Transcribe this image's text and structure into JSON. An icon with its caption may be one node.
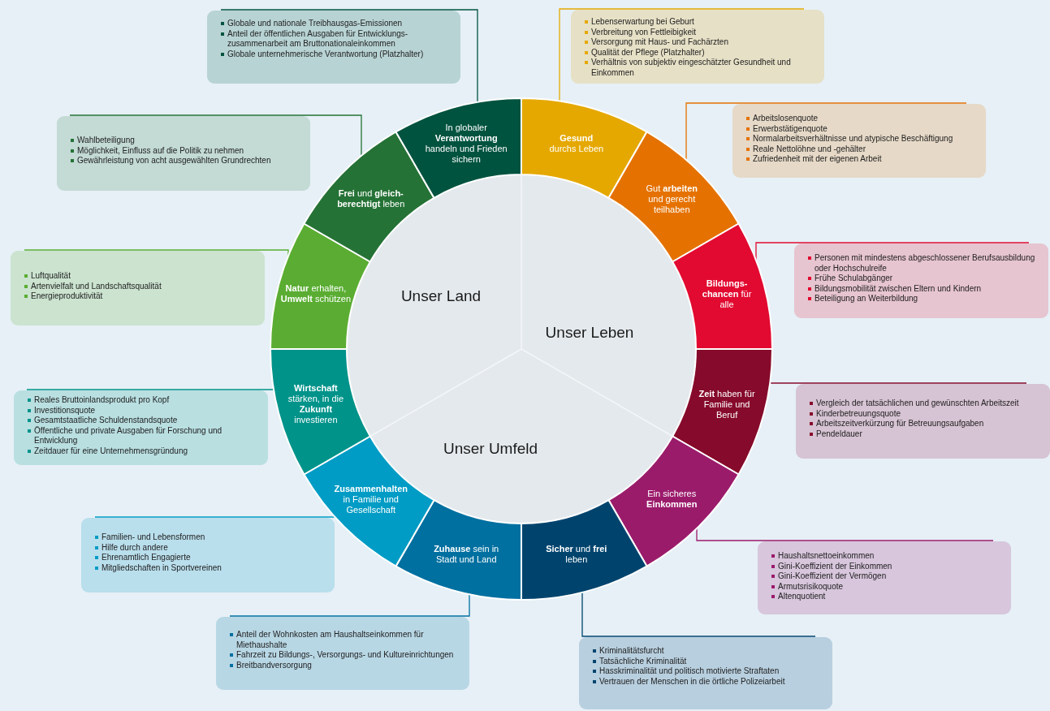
{
  "diagram": {
    "nodes": [
      {
        "text": [
          "Unser Leben"
        ]
      },
      {
        "text": [
          "Unser Umfeld"
        ]
      },
      {
        "text": [
          "Unser Land"
        ]
      },
      {
        "text": [
          "**Gesund** durchs Leben"
        ]
      },
      {
        "text": [
          "Gut **arbeiten** und gerecht teilhaben"
        ]
      },
      {
        "text": [
          "**Bildungs-chancen** für alle"
        ]
      },
      {
        "text": [
          "**Zeit** haben für Familie und Beruf"
        ]
      },
      {
        "text": [
          "Ein sicheres **Einkommen**"
        ]
      },
      {
        "text": [
          "**Sicher** und **frei** leben"
        ]
      },
      {
        "text": [
          "**Zuhause** sein in Stadt und Land"
        ]
      },
      {
        "text": [
          "**Zusammenhalten** in Familie und Gesellschaft"
        ]
      },
      {
        "text": [
          "**Wirtschaft** stärken, in die **Zukunft** investieren"
        ]
      },
      {
        "text": [
          "**Natur** erhalten, **Umwelt** schützen"
        ]
      },
      {
        "text": [
          "**Frei** und **gleich-berechtigt** leben"
        ]
      },
      {
        "text": [
          "In globaler **Verantwortung** handeln und Frieden sichern"
        ]
      },
      {
        "text": [
          "Lebenserwartung bei Geburt",
          "Verbreitung von Fettleibigkeit",
          "Versorgung mit Haus- und Fachärzten",
          "Qualität der Pflege (Platzhalter)",
          "Verhältnis von subjektiv eingeschätzter Gesundheit und Einkommen"
        ]
      },
      {
        "text": [
          "Arbeitslosenquote",
          "Erwerbstätigenquote",
          "Normalarbeitsverhältnisse und atypische Beschäftigung",
          "Reale Nettolöhne und -gehälter",
          "Zufriedenheit mit der eigenen Arbeit"
        ]
      },
      {
        "text": [
          "Personen mit mindestens abgeschlossener Berufsausbildung oder Hochschulreife",
          "Frühe Schulabgänger",
          "Bildungsmobilität zwischen Eltern und Kindern",
          "Beteiligung an Weiterbildung"
        ]
      },
      {
        "text": [
          "Vergleich der tatsächlichen und gewünschten Arbeitszeit",
          "Kinderbetreuungsquote",
          "Arbeitszeitverkürzung für Betreuungsaufgaben",
          "Pendeldauer"
        ]
      },
      {
        "text": [
          "Haushaltsnettoeinkommen",
          "Gini-Koeffizient der Einkommen",
          "Gini-Koeffizient der Vermögen",
          "Armutsrisikoquote",
          "Altenquotient"
        ]
      },
      {
        "text": [
          "Kriminalitätsfurcht",
          "Tatsächliche Kriminalität",
          "Hasskriminalität und politisch motivierte Straftaten",
          "Vertrauen der Menschen in die örtliche Polizeiarbeit"
        ]
      },
      {
        "text": [
          "Anteil der Wohnkosten am Haushaltseinkommen für Miethaushalte",
          "Fahrzeit zu Bildungs-, Versorgungs- und Kultureinrichtungen",
          "Breitbandversorgung"
        ]
      },
      {
        "text": [
          "Familien- und Lebensformen",
          "Hilfe durch andere",
          "Ehrenamtlich Engagierte",
          "Mitgliedschaften in Sportvereinen"
        ]
      },
      {
        "text": [
          "Reales Bruttoinlandsprodukt pro Kopf",
          "Investitionsquote",
          "Gesamtstaatliche Schuldenstandsquote",
          "Öffentliche und private Ausgaben für Forschung und Entwicklung",
          "Zeitdauer für eine Unternehmensgründung"
        ]
      },
      {
        "text": [
          "Luftqualität",
          "Artenvielfalt und Landschaftsqualität",
          "Energieproduktivität"
        ]
      },
      {
        "text": [
          "Wahlbeteiligung",
          "Möglichkeit, Einfluss auf die Politik zu nehmen",
          "Gewährleistung von acht ausgewählten Grundrechten"
        ]
      },
      {
        "text": [
          "Globale und nationale Treibhausgas-Emissionen",
          "Anteil der öffentlichen Ausgaben für Entwicklungs-zusammenarbeit am Bruttonationaleinkommen",
          "Globale unternehmerische Verantwortung (Platzhalter)"
        ]
      }
    ],
    "edges": [
      {
        "from": 15,
        "to": 3,
        "arrow": "none",
        "color": "#e5a800"
      },
      {
        "from": 16,
        "to": 4,
        "arrow": "none",
        "color": "#e57200"
      },
      {
        "from": 17,
        "to": 5,
        "arrow": "none",
        "color": "#e20a30"
      },
      {
        "from": 18,
        "to": 6,
        "arrow": "none",
        "color": "#860a2b"
      },
      {
        "from": 19,
        "to": 7,
        "arrow": "none",
        "color": "#9b1b6b"
      },
      {
        "from": 20,
        "to": 8,
        "arrow": "none",
        "color": "#00446e"
      },
      {
        "from": 21,
        "to": 9,
        "arrow": "none",
        "color": "#0070a0"
      },
      {
        "from": 22,
        "to": 10,
        "arrow": "none",
        "color": "#009cc5"
      },
      {
        "from": 23,
        "to": 11,
        "arrow": "none",
        "color": "#00938a"
      },
      {
        "from": 24,
        "to": 12,
        "arrow": "none",
        "color": "#5aad32"
      },
      {
        "from": 25,
        "to": 13,
        "arrow": "none",
        "color": "#257236"
      },
      {
        "from": 26,
        "to": 14,
        "arrow": "none",
        "color": "#00533f"
      }
    ]
  }
}
